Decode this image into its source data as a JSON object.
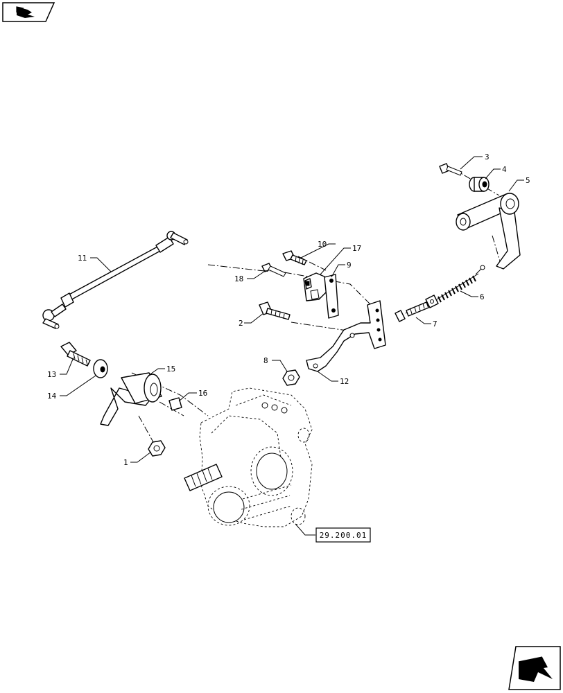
{
  "nav": {
    "back_icon": "arrow-back-icon",
    "next_icon": "arrow-forward-icon"
  },
  "reference_box": {
    "text": "29.200.01"
  },
  "callouts": [
    {
      "id": "1",
      "text": "1"
    },
    {
      "id": "2",
      "text": "2"
    },
    {
      "id": "3",
      "text": "3"
    },
    {
      "id": "4",
      "text": "4"
    },
    {
      "id": "5",
      "text": "5"
    },
    {
      "id": "6",
      "text": "6"
    },
    {
      "id": "7",
      "text": "7"
    },
    {
      "id": "8",
      "text": "8"
    },
    {
      "id": "9",
      "text": "9"
    },
    {
      "id": "10",
      "text": "10"
    },
    {
      "id": "11",
      "text": "11"
    },
    {
      "id": "12",
      "text": "12"
    },
    {
      "id": "13",
      "text": "13"
    },
    {
      "id": "14",
      "text": "14"
    },
    {
      "id": "15",
      "text": "15"
    },
    {
      "id": "16",
      "text": "16"
    },
    {
      "id": "17",
      "text": "17"
    },
    {
      "id": "18",
      "text": "18"
    }
  ]
}
